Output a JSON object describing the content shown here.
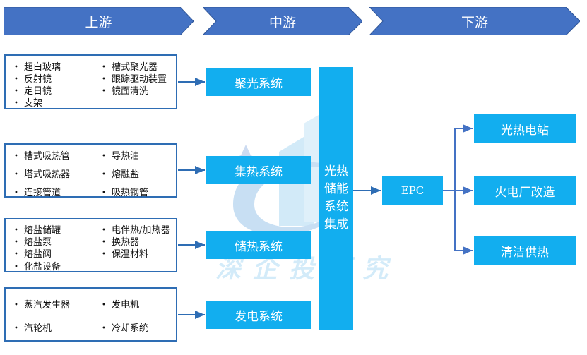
{
  "header": {
    "stages": [
      {
        "label": "上游"
      },
      {
        "label": "中游"
      },
      {
        "label": "下游"
      }
    ]
  },
  "colors": {
    "chevron": "#4472c4",
    "box_fill": "#12aeef",
    "box_border": "#2e6db4",
    "arrow": "#2e6db4"
  },
  "upstream": {
    "groups": [
      {
        "left": [
          "超白玻璃",
          "反射镜",
          "定日镜",
          "支架"
        ],
        "right": [
          "槽式聚光器",
          "跟踪驱动装置",
          "镜面清洗"
        ]
      },
      {
        "left": [
          "槽式吸热管",
          "塔式吸热器",
          "连接管道"
        ],
        "right": [
          "导热油",
          "熔融盐",
          "吸热钢管"
        ]
      },
      {
        "left": [
          "熔盐储罐",
          "熔盐泵",
          "熔盐阀",
          "化盐设备"
        ],
        "right": [
          "电伴热/加热器",
          "换热器",
          "保温材料"
        ]
      },
      {
        "left": [
          "蒸汽发生器",
          "汽轮机"
        ],
        "right": [
          "发电机",
          "冷却系统"
        ]
      }
    ],
    "bullet": "•"
  },
  "midstream": {
    "systems": [
      "聚光系统",
      "集热系统",
      "储热系统",
      "发电系统"
    ],
    "integration_lines": [
      "光热",
      "储能",
      "系统",
      "集成"
    ]
  },
  "downstream": {
    "epc": "EPC",
    "outputs": [
      "光热电站",
      "火电厂改造",
      "清洁供热"
    ]
  },
  "watermark": {
    "text": "深企投研究",
    "logo": "building-logo"
  }
}
